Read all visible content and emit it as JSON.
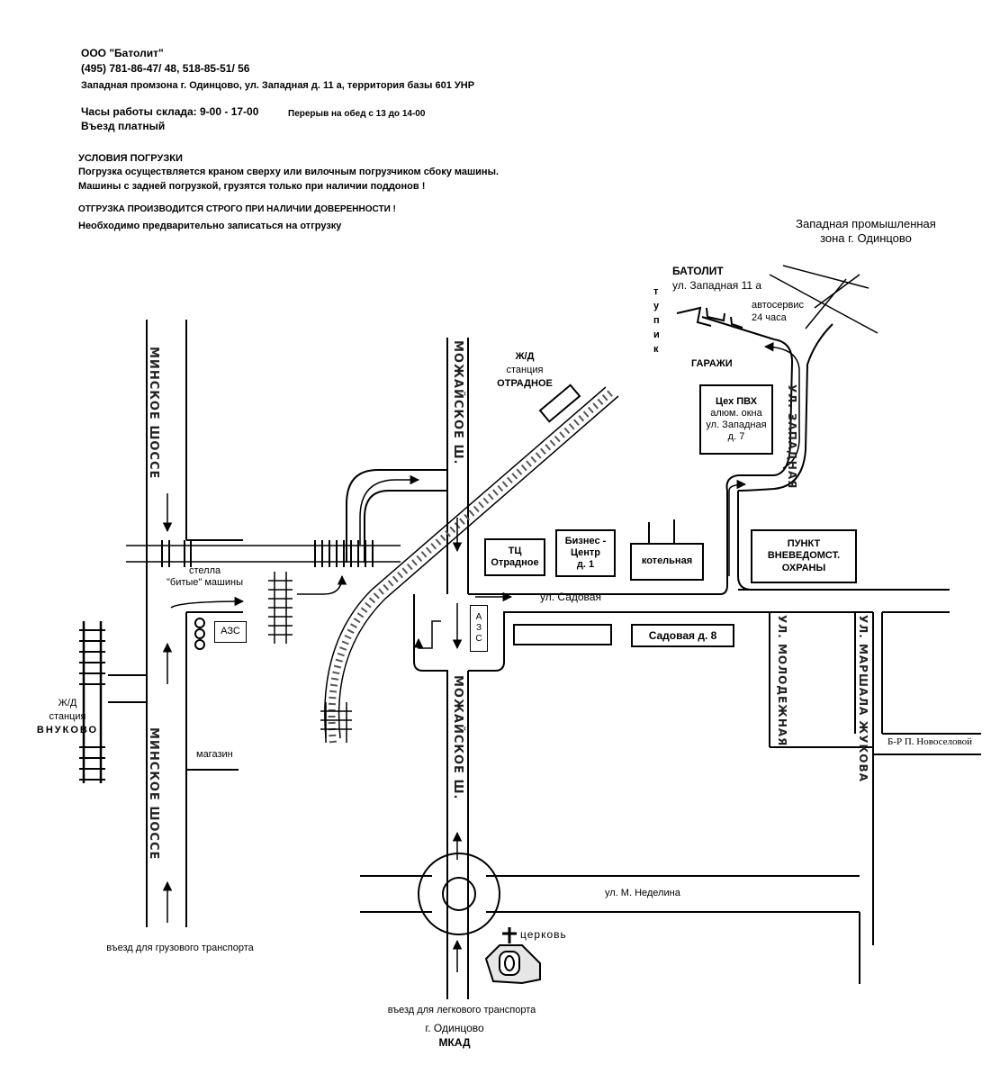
{
  "header": {
    "company": "ООО \"Батолит\"",
    "phones": "(495) 781-86-47/ 48, 518-85-51/ 56",
    "address": "Западная промзона г. Одинцово, ул. Западная д. 11 а, территория базы 601 УНР",
    "hours": "Часы работы склада: 9-00 - 17-00",
    "lunch": "Перерыв на обед с 13 до 14-00",
    "entry_fee": "Въезд платный",
    "loading_title": "УСЛОВИЯ ПОГРУЗКИ",
    "loading_line1": "Погрузка осуществляется краном сверху или вилочным погрузчиком сбоку машины.",
    "loading_line2": "Машины с задней погрузкой, грузятся только при наличии поддонов !",
    "warning": "ОТГРУЗКА ПРОИЗВОДИТСЯ СТРОГО ПРИ НАЛИЧИИ ДОВЕРЕННОСТИ !",
    "note": "Необходимо предварительно записаться на отгрузку"
  },
  "map": {
    "zone_line1": "Западная промышленная",
    "zone_line2": "зона г. Одинцово",
    "batolit_name": "БАТОЛИТ",
    "batolit_addr": "ул. Западная 11 а",
    "dead_end": [
      "т",
      "у",
      "п",
      "и",
      "к"
    ],
    "autoservice_line1": "автосервис",
    "autoservice_line2": "24 часа",
    "garages": "ГАРАЖИ",
    "zapadnaya_street": "УЛ. ЗАПАДНАЯ",
    "workshop": [
      "Цех ПВХ",
      "алюм. окна",
      "ул. Западная",
      "д. 7"
    ],
    "station_otradnoe": [
      "Ж/Д",
      "станция",
      "ОТРАДНОЕ"
    ],
    "mozhaisk_top": "МОЖАЙСКОЕ Ш.",
    "mozhaisk_bottom": "МОЖАЙСКОЕ Ш.",
    "minsk_top": "МИНСКОЕ ШОССЕ",
    "minsk_bottom": "МИНСКОЕ ШОССЕ",
    "tc_otradnoe": [
      "ТЦ",
      "Отрадное"
    ],
    "business_center": [
      "Бизнес -",
      "Центр",
      "д. 1"
    ],
    "boiler": "котельная",
    "guard": [
      "ПУНКТ",
      "ВНЕВЕДОМСТ.",
      "ОХРАНЫ"
    ],
    "sadovaya_street": "ул. Садовая",
    "sadovaya_8": "Садовая д. 8",
    "gas_station_letters": [
      "А",
      "З",
      "С"
    ],
    "gas_station_box": "АЗС",
    "stella_line1": "стелла",
    "stella_line2": "\"битые\" машины",
    "shop": "магазин",
    "station_vnukovo": [
      "Ж/Д",
      "станция",
      "ВНУКОВО"
    ],
    "molodezhnaya": "УЛ. МОЛОДЕЖНАЯ",
    "marshala_zhukova": "УЛ. МАРШАЛА ЖУКОВА",
    "novoselov": "Б-Р П. Новоселовой",
    "nedelina": "ул. М. Неделина",
    "church": "церковь",
    "truck_entry": "въезд для грузового транспорта",
    "car_entry": "въезд для легкового транспорта",
    "city": "г. Одинцово",
    "mkad": "МКАД"
  },
  "colors": {
    "ink": "#000000",
    "rail": "#555555",
    "background": "#ffffff"
  }
}
